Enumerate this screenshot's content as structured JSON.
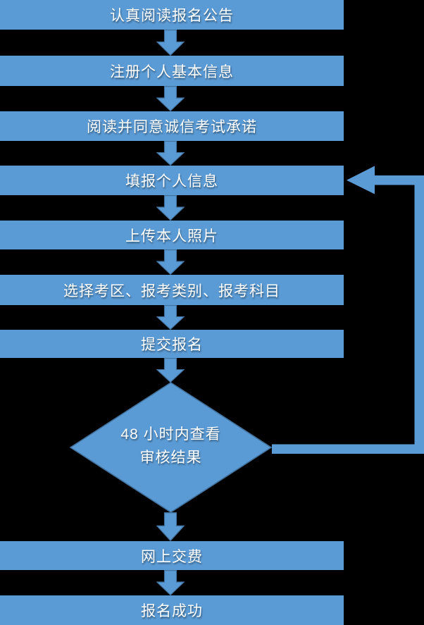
{
  "colors": {
    "background": "#000000",
    "shape_fill": "#5B9BD5",
    "shape_outline": "#41719C",
    "text": "#FFFFFF"
  },
  "flowchart": {
    "steps": [
      {
        "label": "认真阅读报名公告"
      },
      {
        "label": "注册个人基本信息"
      },
      {
        "label": "阅读并同意诚信考试承诺"
      },
      {
        "label": "填报个人信息"
      },
      {
        "label": "上传本人照片"
      },
      {
        "label": "选择考区、报考类别、报考科目"
      },
      {
        "label": "提交报名"
      },
      {
        "label": "网上交费"
      },
      {
        "label": "报名成功"
      }
    ],
    "decision": {
      "line1": "48 小时内查看",
      "line2": "审核结果"
    }
  }
}
